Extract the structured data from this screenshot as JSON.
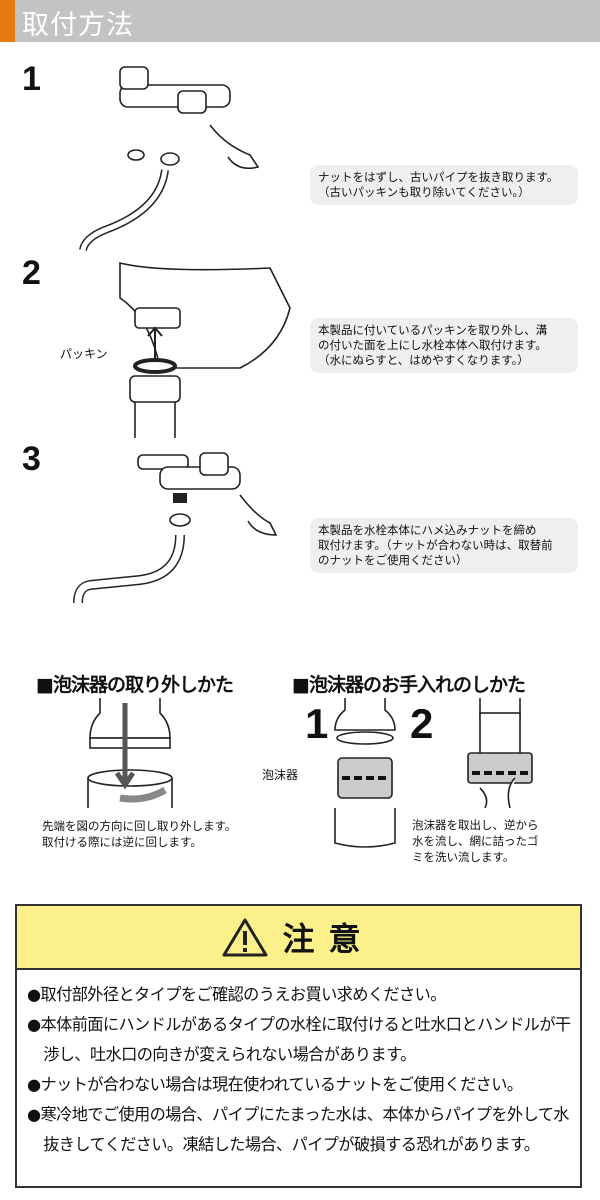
{
  "header": {
    "title": "取付方法",
    "accent_color": "#e87a12",
    "bar_color": "#c4c3c4"
  },
  "steps": [
    {
      "number": "1",
      "text": [
        "ナットをはずし、古いパイプを抜き取ります。",
        "（古いパッキンも取り除いてください。）"
      ]
    },
    {
      "number": "2",
      "label": "パッキン",
      "text": [
        "本製品に付いているパッキンを取り外し、溝",
        "の付いた面を上にし水栓本体へ取付けます。",
        "（水にぬらすと、はめやすくなります。）"
      ]
    },
    {
      "number": "3",
      "text": [
        "本製品を水栓本体にハメ込みナットを締め",
        "取付けます。（ナットが合わない時は、取替前",
        "のナットをご使用ください）"
      ]
    }
  ],
  "removal": {
    "title": "■泡沫器の取り外しかた",
    "text": [
      "先端を図の方向に回し取り外します。",
      "取付ける際には逆に回します。"
    ]
  },
  "care": {
    "title": "■泡沫器のお手入れのしかた",
    "step1": "1",
    "step2": "2",
    "label": "泡沫器",
    "text": [
      "泡沫器を取出し、逆から",
      "水を流し、網に詰ったゴ",
      "ミを洗い流します。"
    ]
  },
  "caution": {
    "title": "注意",
    "color": "#fbf08a",
    "items": [
      "●取付部外径とタイプをご確認のうえお買い求めください。",
      "●本体前面にハンドルがあるタイプの水栓に取付けると吐水口とハンドルが干渉し、吐水口の向きが変えられない場合があります。",
      "●ナットが合わない場合は現在使われているナットをご使用ください。",
      "●寒冷地でご使用の場合、パイプにたまった水は、本体からパイプを外して水抜きしてください。凍結した場合、パイプが破損する恐れがあります。"
    ]
  }
}
